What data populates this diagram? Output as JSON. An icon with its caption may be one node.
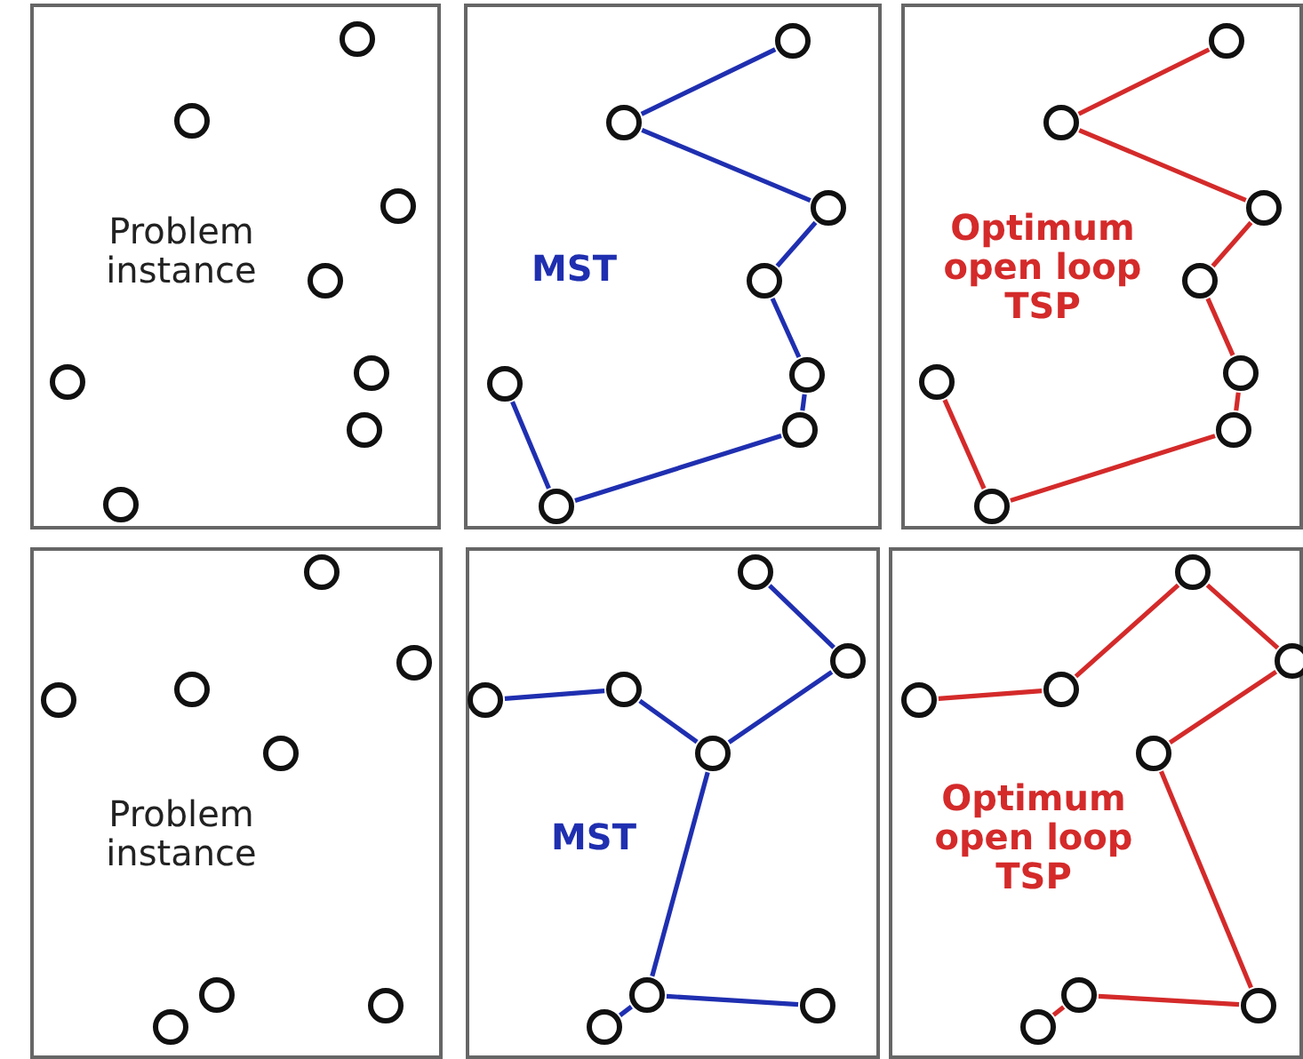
{
  "diagram": {
    "nodes": [
      {
        "text": [
          "Problem instance"
        ]
      },
      {
        "text": [],
        "shape": "circle",
        "in": 0
      },
      {
        "text": [],
        "shape": "circle",
        "in": 0
      },
      {
        "text": [],
        "shape": "circle",
        "in": 0
      },
      {
        "text": [],
        "shape": "circle",
        "in": 0
      },
      {
        "text": [],
        "shape": "circle",
        "in": 0
      },
      {
        "text": [],
        "shape": "circle",
        "in": 0
      },
      {
        "text": [],
        "shape": "circle",
        "in": 0
      },
      {
        "text": [],
        "shape": "circle",
        "in": 0
      },
      {
        "text": [
          "MST"
        ]
      },
      {
        "text": [],
        "shape": "circle",
        "in": 9
      },
      {
        "text": [],
        "shape": "circle",
        "in": 9
      },
      {
        "text": [],
        "shape": "circle",
        "in": 9
      },
      {
        "text": [],
        "shape": "circle",
        "in": 9
      },
      {
        "text": [],
        "shape": "circle",
        "in": 9
      },
      {
        "text": [],
        "shape": "circle",
        "in": 9
      },
      {
        "text": [],
        "shape": "circle",
        "in": 9
      },
      {
        "text": [],
        "shape": "circle",
        "in": 9
      },
      {
        "text": [
          "Optimum open loop TSP"
        ]
      },
      {
        "text": [],
        "shape": "circle",
        "in": 18
      },
      {
        "text": [],
        "shape": "circle",
        "in": 18
      },
      {
        "text": [],
        "shape": "circle",
        "in": 18
      },
      {
        "text": [],
        "shape": "circle",
        "in": 18
      },
      {
        "text": [],
        "shape": "circle",
        "in": 18
      },
      {
        "text": [],
        "shape": "circle",
        "in": 18
      },
      {
        "text": [],
        "shape": "circle",
        "in": 18
      },
      {
        "text": [],
        "shape": "circle",
        "in": 18
      },
      {
        "text": [
          "Problem instance"
        ]
      },
      {
        "text": [],
        "shape": "circle",
        "in": 27
      },
      {
        "text": [],
        "shape": "circle",
        "in": 27
      },
      {
        "text": [],
        "shape": "circle",
        "in": 27
      },
      {
        "text": [],
        "shape": "circle",
        "in": 27
      },
      {
        "text": [],
        "shape": "circle",
        "in": 27
      },
      {
        "text": [],
        "shape": "circle",
        "in": 27
      },
      {
        "text": [],
        "shape": "circle",
        "in": 27
      },
      {
        "text": [],
        "shape": "circle",
        "in": 27
      },
      {
        "text": [
          "MST"
        ]
      },
      {
        "text": [],
        "shape": "circle",
        "in": 36
      },
      {
        "text": [],
        "shape": "circle",
        "in": 36
      },
      {
        "text": [],
        "shape": "circle",
        "in": 36
      },
      {
        "text": [],
        "shape": "circle",
        "in": 36
      },
      {
        "text": [],
        "shape": "circle",
        "in": 36
      },
      {
        "text": [],
        "shape": "circle",
        "in": 36
      },
      {
        "text": [],
        "shape": "circle",
        "in": 36
      },
      {
        "text": [],
        "shape": "circle",
        "in": 36
      },
      {
        "text": [
          "Optimum open loop TSP"
        ]
      },
      {
        "text": [],
        "shape": "circle",
        "in": 45
      },
      {
        "text": [],
        "shape": "circle",
        "in": 45
      },
      {
        "text": [],
        "shape": "circle",
        "in": 45
      },
      {
        "text": [],
        "shape": "circle",
        "in": 45
      },
      {
        "text": [],
        "shape": "circle",
        "in": 45
      },
      {
        "text": [],
        "shape": "circle",
        "in": 45
      },
      {
        "text": [],
        "shape": "circle",
        "in": 45
      },
      {
        "text": [],
        "shape": "circle",
        "in": 45
      }
    ],
    "edges": [
      {
        "from": 10,
        "to": 11,
        "arrow": "none",
        "color": "#1f2fb0"
      },
      {
        "from": 11,
        "to": 12,
        "arrow": "none",
        "color": "#1f2fb0"
      },
      {
        "from": 12,
        "to": 13,
        "arrow": "none",
        "color": "#1f2fb0"
      },
      {
        "from": 13,
        "to": 15,
        "arrow": "none",
        "color": "#1f2fb0"
      },
      {
        "from": 15,
        "to": 16,
        "arrow": "none",
        "color": "#1f2fb0"
      },
      {
        "from": 16,
        "to": 17,
        "arrow": "none",
        "color": "#1f2fb0"
      },
      {
        "from": 17,
        "to": 14,
        "arrow": "none",
        "color": "#1f2fb0"
      },
      {
        "from": 19,
        "to": 20,
        "arrow": "none",
        "color": "#d42a2a"
      },
      {
        "from": 20,
        "to": 21,
        "arrow": "none",
        "color": "#d42a2a"
      },
      {
        "from": 21,
        "to": 22,
        "arrow": "none",
        "color": "#d42a2a"
      },
      {
        "from": 22,
        "to": 24,
        "arrow": "none",
        "color": "#d42a2a"
      },
      {
        "from": 24,
        "to": 25,
        "arrow": "none",
        "color": "#d42a2a"
      },
      {
        "from": 25,
        "to": 26,
        "arrow": "none",
        "color": "#d42a2a"
      },
      {
        "from": 26,
        "to": 23,
        "arrow": "none",
        "color": "#d42a2a"
      },
      {
        "from": 37,
        "to": 38,
        "arrow": "none",
        "color": "#1f2fb0"
      },
      {
        "from": 38,
        "to": 41,
        "arrow": "none",
        "color": "#1f2fb0"
      },
      {
        "from": 40,
        "to": 41,
        "arrow": "none",
        "color": "#1f2fb0"
      },
      {
        "from": 39,
        "to": 40,
        "arrow": "none",
        "color": "#1f2fb0"
      },
      {
        "from": 41,
        "to": 42,
        "arrow": "none",
        "color": "#1f2fb0"
      },
      {
        "from": 42,
        "to": 44,
        "arrow": "none",
        "color": "#1f2fb0"
      },
      {
        "from": 42,
        "to": 43,
        "arrow": "none",
        "color": "#1f2fb0"
      },
      {
        "from": 48,
        "to": 49,
        "arrow": "none",
        "color": "#d42a2a"
      },
      {
        "from": 49,
        "to": 46,
        "arrow": "none",
        "color": "#d42a2a"
      },
      {
        "from": 46,
        "to": 47,
        "arrow": "none",
        "color": "#d42a2a"
      },
      {
        "from": 47,
        "to": 50,
        "arrow": "none",
        "color": "#d42a2a"
      },
      {
        "from": 50,
        "to": 53,
        "arrow": "none",
        "color": "#d42a2a"
      },
      {
        "from": 53,
        "to": 51,
        "arrow": "none",
        "color": "#d42a2a"
      },
      {
        "from": 51,
        "to": 52,
        "arrow": "none",
        "color": "#d42a2a"
      }
    ]
  }
}
